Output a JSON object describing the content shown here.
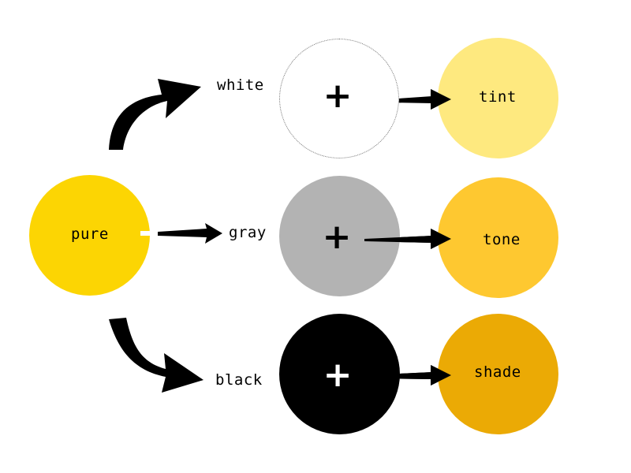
{
  "diagram": {
    "source": {
      "label": "pure",
      "color": "#FCD503"
    },
    "mixers": [
      {
        "id": "white",
        "label": "white",
        "color": "#FFFFFF",
        "plus": "+",
        "plus_color": "#000000"
      },
      {
        "id": "gray",
        "label": "gray",
        "color": "#B3B3B3",
        "plus": "+",
        "plus_color": "#000000"
      },
      {
        "id": "black",
        "label": "black",
        "color": "#000000",
        "plus": "+",
        "plus_color": "#FFFFFF"
      }
    ],
    "results": [
      {
        "id": "tint",
        "label": "tint",
        "color": "#FEE97F"
      },
      {
        "id": "tone",
        "label": "tone",
        "color": "#FEC830"
      },
      {
        "id": "shade",
        "label": "shade",
        "color": "#EBAA05"
      }
    ]
  }
}
